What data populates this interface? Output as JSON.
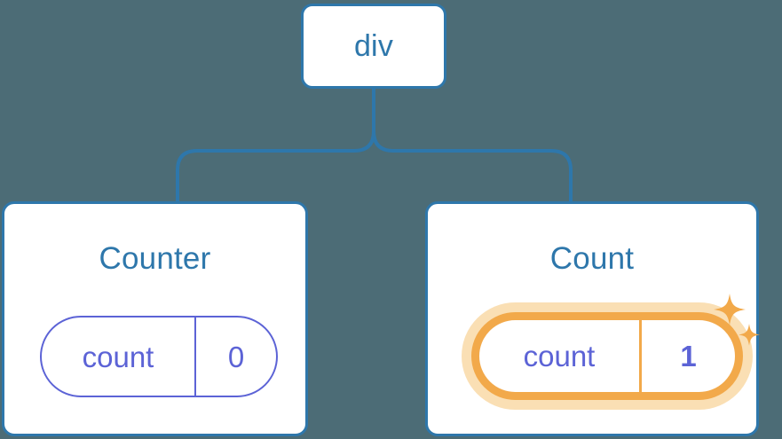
{
  "diagram": {
    "type": "component-tree",
    "background_color": "#4c6c76",
    "accent_blue": "#2e77ab",
    "accent_purple": "#5c63d6",
    "accent_orange": "#f2a94a",
    "accent_orange_glow": "#fadfb4"
  },
  "root": {
    "label": "div"
  },
  "children": [
    {
      "title": "Counter",
      "state": {
        "key": "count",
        "value": "0"
      },
      "highlighted": false
    },
    {
      "title": "Count",
      "state": {
        "key": "count",
        "value": "1"
      },
      "highlighted": true,
      "sparkle_large_icon": "sparkle-icon",
      "sparkle_small_icon": "sparkle-icon"
    }
  ]
}
